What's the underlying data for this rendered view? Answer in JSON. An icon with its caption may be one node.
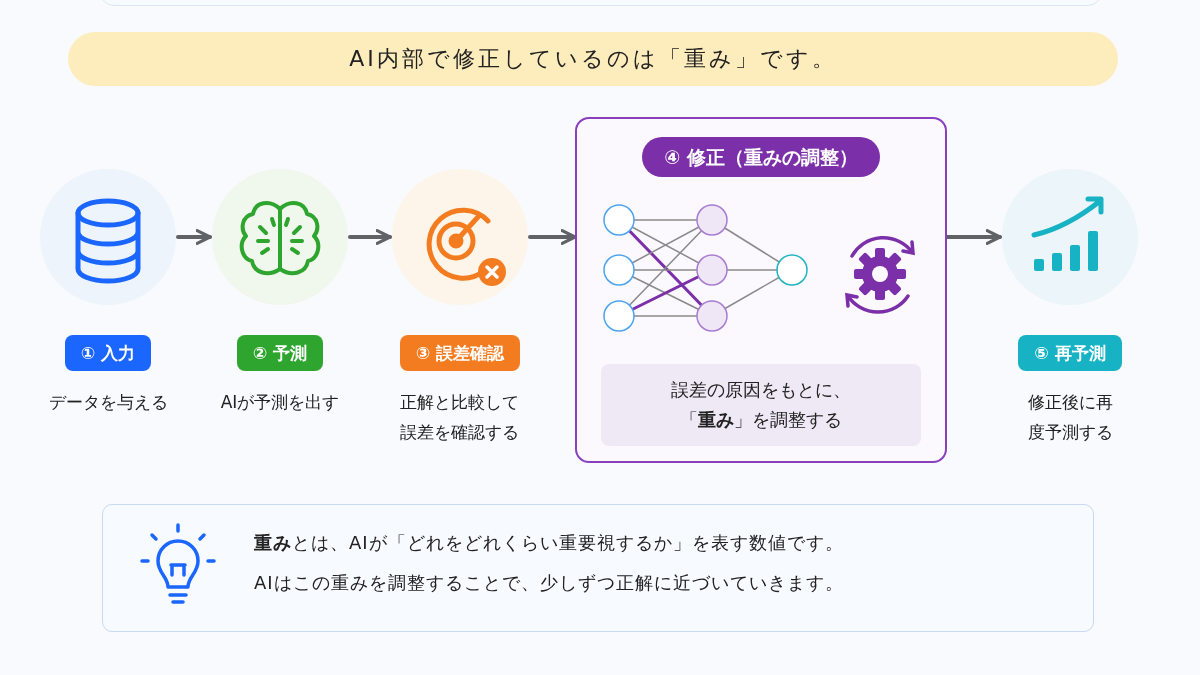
{
  "diagram": {
    "title": "AI内部で修正しているのは「重み」です。",
    "nodes": [
      {
        "text": [
          "① 入力",
          "データを与える"
        ]
      },
      {
        "text": [
          "② 予測",
          "AIが予測を出す"
        ]
      },
      {
        "text": [
          "③ 誤差確認",
          "正解と比較して誤差を確認する"
        ]
      },
      {
        "text": [
          "④ 修正（重みの調整）",
          "誤差の原因をもとに、「**重み**」を調整する"
        ]
      },
      {
        "text": [
          "⑤ 再予測",
          "修正後に再度予測する"
        ]
      },
      {
        "text": [
          "**重み**とは、AIが「どれをどれくらい重要視するか」を表す数値です。",
          "AIはこの重みを調整することで、少しずつ正解に近づいていきます。"
        ]
      }
    ],
    "edges": [
      {
        "from": 0,
        "to": 1,
        "arrow": "to"
      },
      {
        "from": 1,
        "to": 2,
        "arrow": "to"
      },
      {
        "from": 2,
        "to": 3,
        "arrow": "to"
      },
      {
        "from": 3,
        "to": 4,
        "arrow": "to"
      }
    ]
  }
}
